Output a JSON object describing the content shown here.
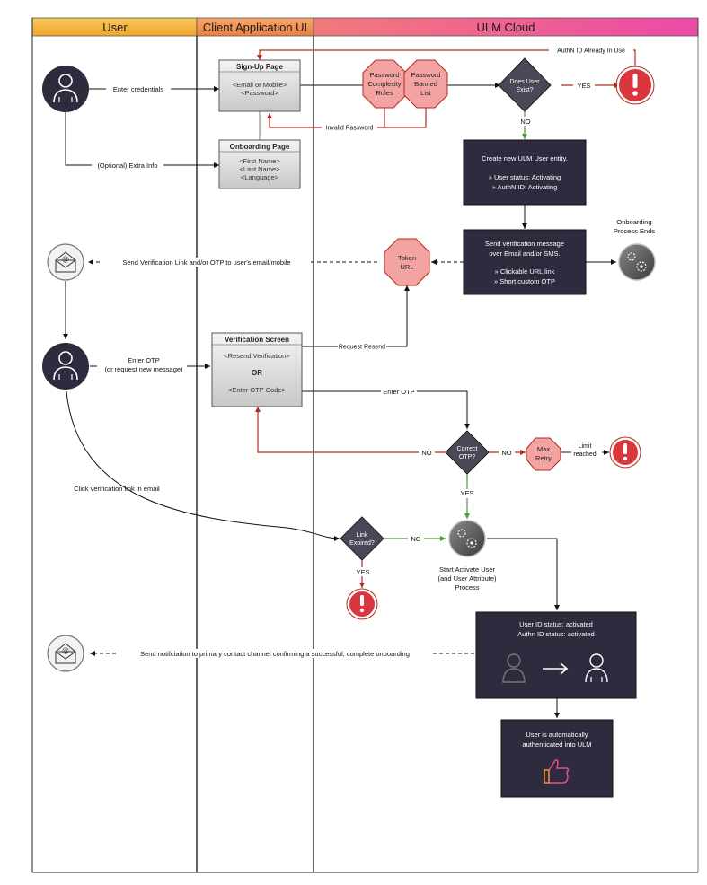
{
  "lanes": {
    "user": "User",
    "client": "Client Application UI",
    "cloud": "ULM Cloud"
  },
  "colors": {
    "lane_user": "#f5b942",
    "lane_client": "#f08f50",
    "lane_cloud": "#ee5ca0",
    "dark_box": "#2d2b3d",
    "danger": "#d9363e",
    "octagon": "#f4a3a3",
    "red_line": "#b22a1f",
    "green_line": "#4a9a3c"
  },
  "signup": {
    "title": "Sign-Up Page",
    "line1": "<Email or Mobile>",
    "line2": "<Password>"
  },
  "onboarding": {
    "title": "Onboarding Page",
    "line1": "<First Name>",
    "line2": "<Last Name>",
    "line3": "<Language>"
  },
  "verification": {
    "title": "Verification Screen",
    "line1": "<Resend Verification>",
    "line2": "OR",
    "line3": "<Enter OTP Code>"
  },
  "edges": {
    "enter_credentials": "Enter credentials",
    "optional_extra": "(Optional) Extra Info",
    "authn_in_use": "AuthN ID Already In Use",
    "invalid_password": "Invalid Password",
    "yes": "YES",
    "no": "NO",
    "send_verification": "Send Verification Link and/or OTP to user's email/mobile",
    "request_resend": "Request Resend",
    "enter_otp_user1": "Enter OTP",
    "enter_otp_user2": "(or request new message)",
    "enter_otp": "Enter OTP",
    "limit1": "Limit",
    "limit2": "reached",
    "click_link": "Click verification link in email",
    "send_notification": "Send notifciation to primary contact channel confirming a successful, complete onboarding"
  },
  "octagons": {
    "complexity": [
      "Password",
      "Complexity",
      "Rules"
    ],
    "banned": [
      "Password",
      "Banned",
      "List"
    ],
    "token": [
      "Token",
      "URL"
    ],
    "max_retry": [
      "Max",
      "Retry"
    ]
  },
  "diamonds": {
    "user_exist": [
      "Does User",
      "Exist?"
    ],
    "correct_otp": [
      "Correct",
      "OTP?"
    ],
    "link_expired": [
      "Link",
      "Expired?"
    ]
  },
  "create_user": {
    "line1": "Create new ULM User entity.",
    "line2": "» User status: Activating",
    "line3": "» AuthN ID: Activating"
  },
  "send_msg": {
    "line1": "Send verification message",
    "line2": "over Email and/or SMS.",
    "line3": "» Clickable URL link",
    "line4": "» Short custom OTP"
  },
  "onboarding_ends": [
    "Onboarding",
    "Process Ends"
  ],
  "activate": [
    "Start Activate User",
    "(and User Attribute)",
    "Process"
  ],
  "activated": {
    "line1": "User ID status: activated",
    "line2": "Authn ID status: activated"
  },
  "authenticated": [
    "User is automatically",
    "authenticated into ULM"
  ]
}
